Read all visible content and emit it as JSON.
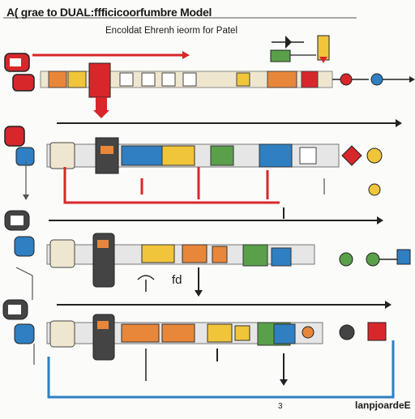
{
  "header": {
    "title": "A( grae to DUAL:ffficicoorfumbre Model",
    "subtitle": "Encoldat Ehrenh ieorm for Patel"
  },
  "annotations": {
    "row4_label": "fd",
    "footer_left": "3",
    "footer_right": "lanpjoardeE"
  },
  "colors": {
    "red": "#d8272a",
    "blue": "#2f7fc2",
    "yellow": "#f0c53a",
    "orange": "#e8873a",
    "green": "#5aa04a",
    "black": "#2a2a2a",
    "gray": "#cfcfcf",
    "cream": "#efe6cf"
  }
}
